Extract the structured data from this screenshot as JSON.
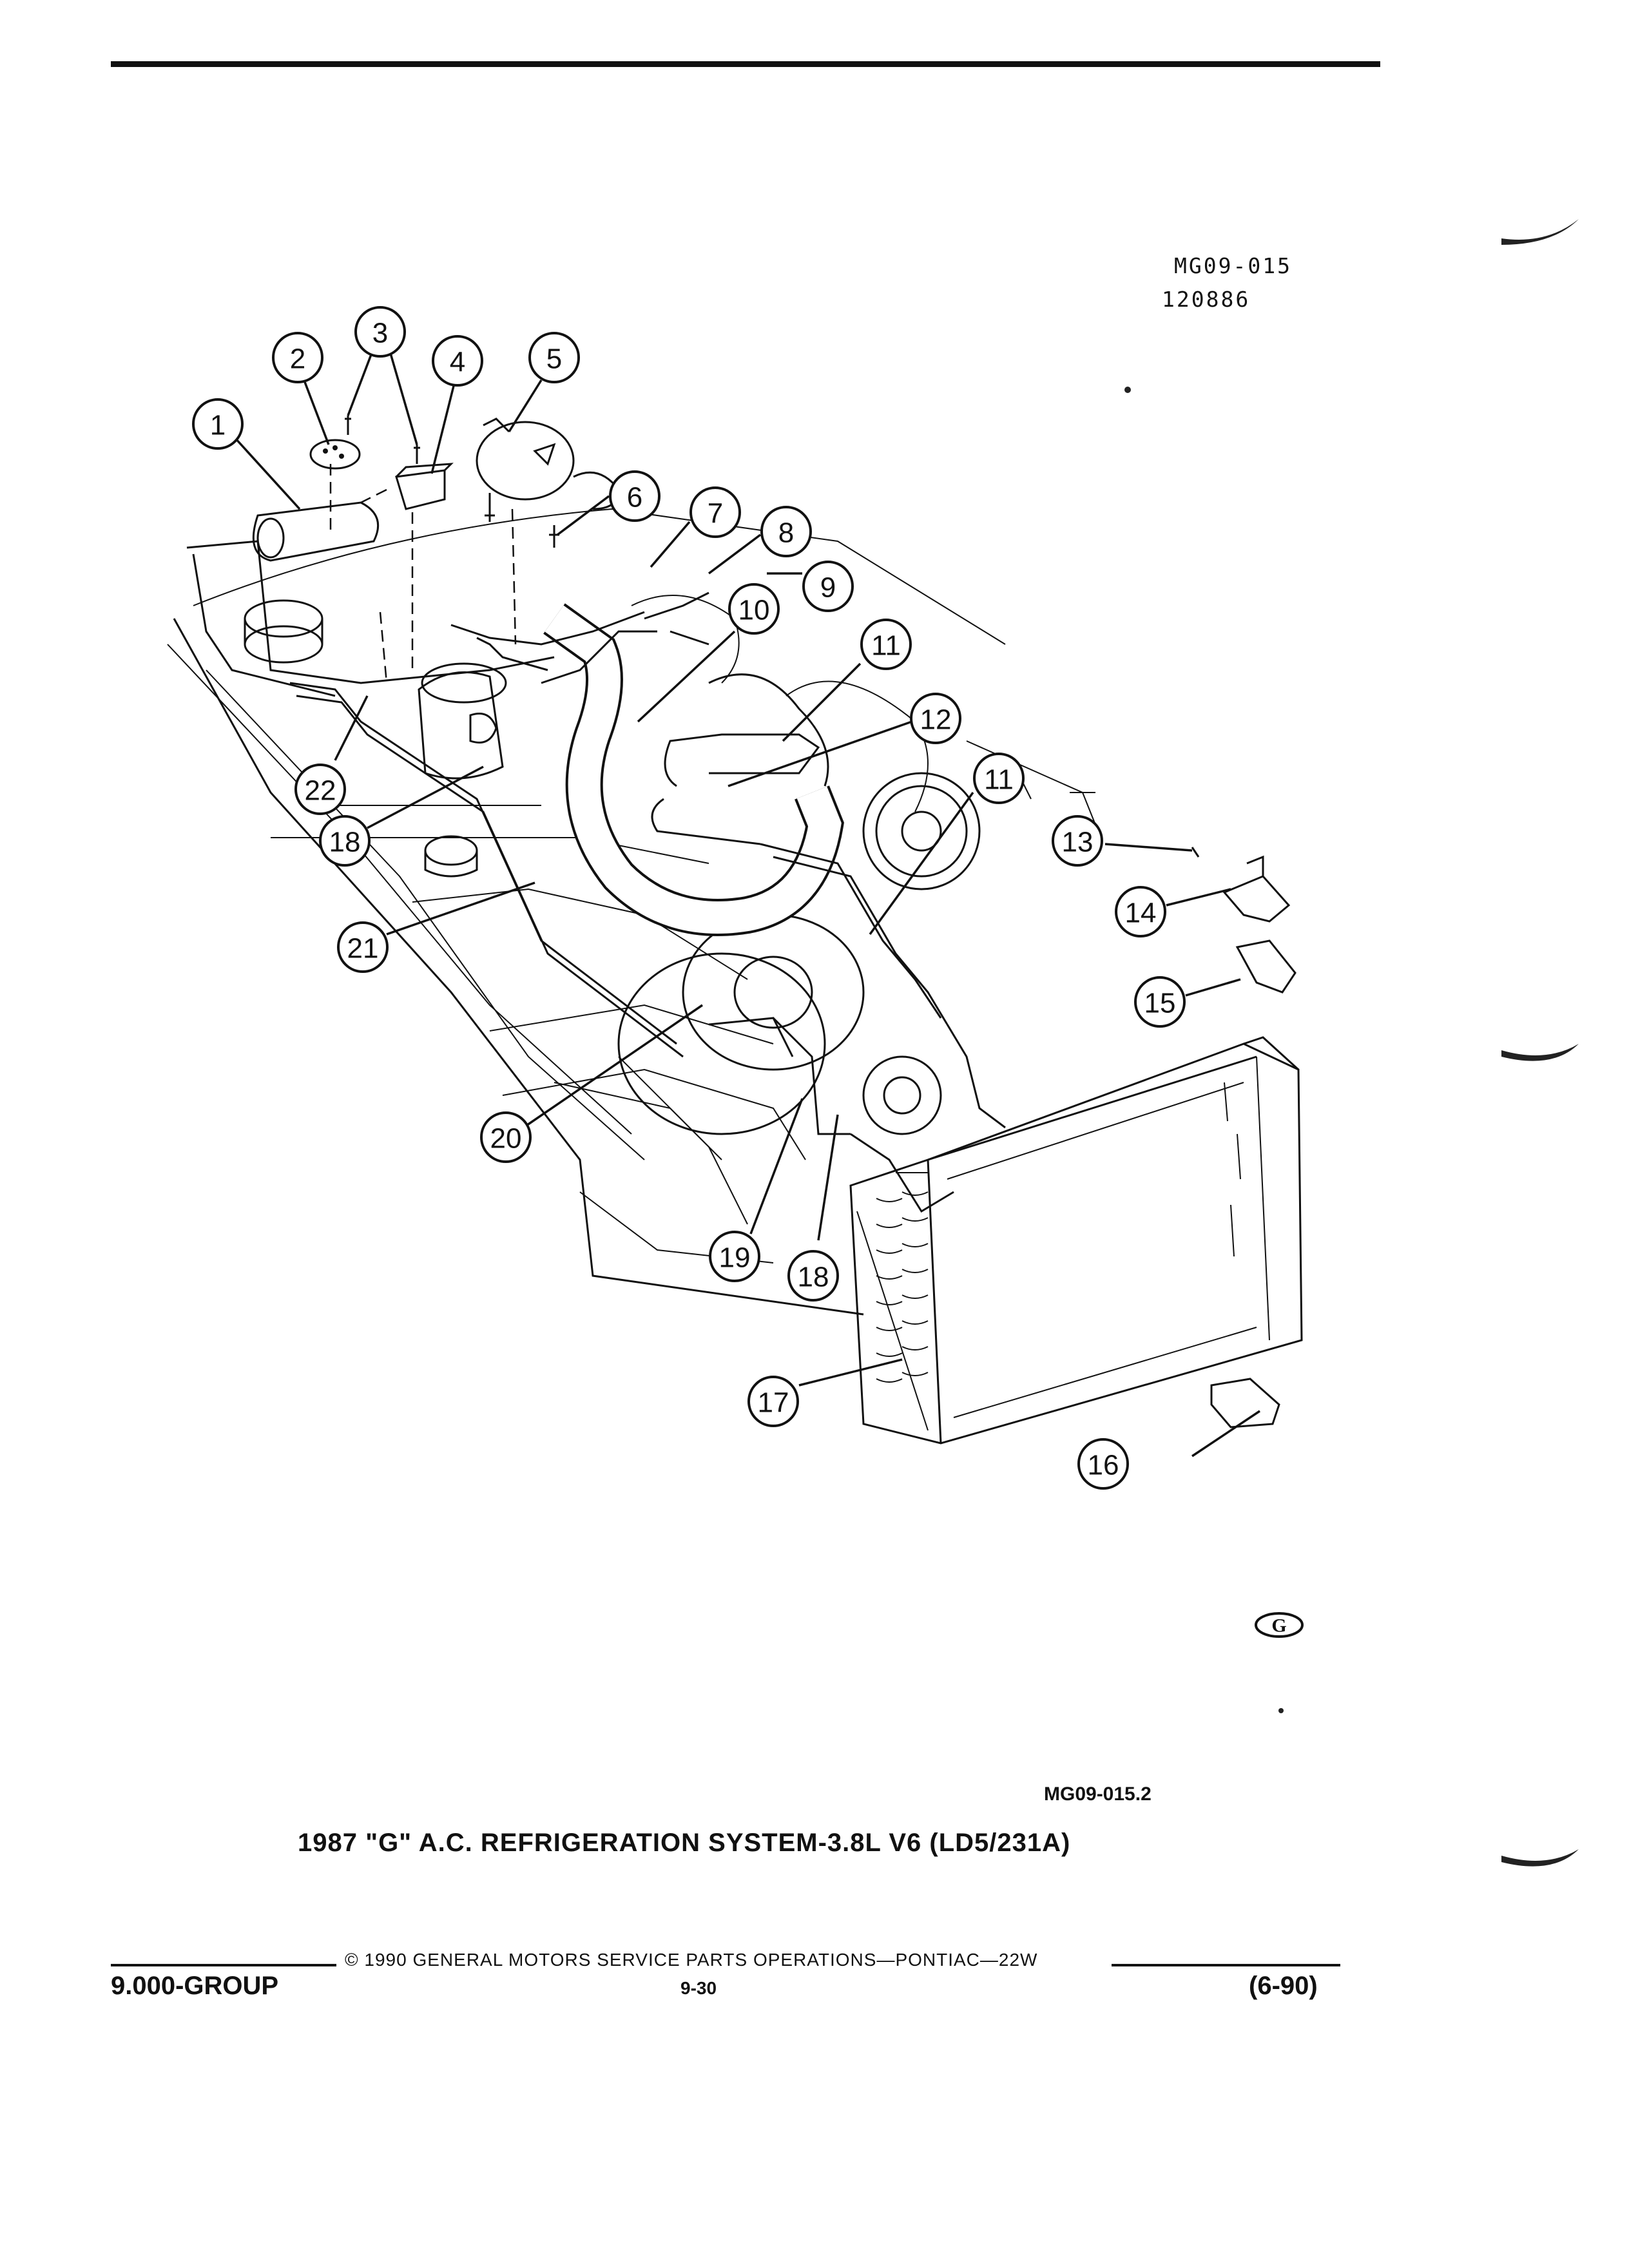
{
  "drawing_code": {
    "line1": "MG09-015",
    "line2": "120886"
  },
  "callouts": [
    "1",
    "2",
    "3",
    "4",
    "5",
    "6",
    "7",
    "8",
    "9",
    "10",
    "11",
    "12",
    "11",
    "13",
    "14",
    "15",
    "16",
    "17",
    "18",
    "19",
    "18",
    "20",
    "21",
    "22"
  ],
  "figure_id": "MG09-015.2",
  "figure_caption": "1987 \"G\" A.C. REFRIGERATION SYSTEM-3.8L V6 (LD5/231A)",
  "footer": {
    "copyright": "© 1990 GENERAL MOTORS SERVICE PARTS OPERATIONS—PONTIAC—22W",
    "group": "9.000-GROUP",
    "page": "9-30",
    "date": "(6-90)"
  },
  "logo_text": "G"
}
